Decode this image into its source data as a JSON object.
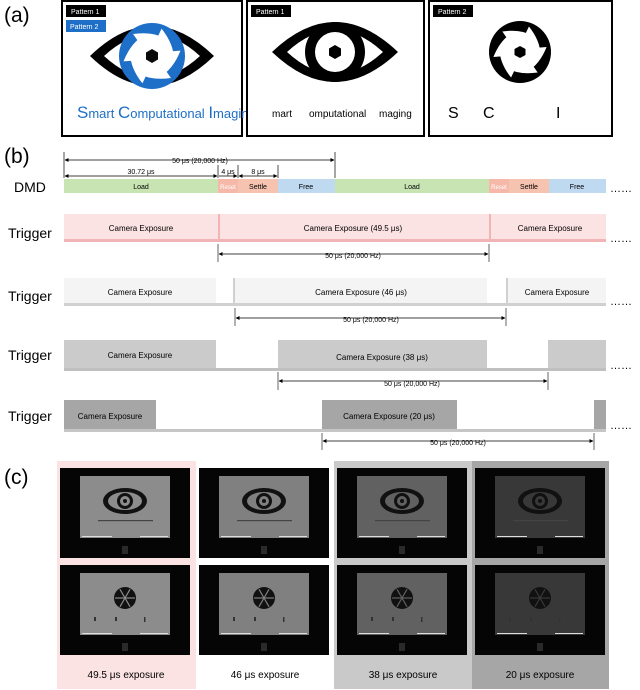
{
  "panels": {
    "a": "(a)",
    "b": "(b)",
    "c": "(c)"
  },
  "panel_a": {
    "pattern1_label": "Pattern 1",
    "pattern2_label": "Pattern 2",
    "brand_words": [
      "S",
      "mart ",
      "C",
      "omputational ",
      "I",
      "maging"
    ],
    "middle_words": [
      "mart",
      "omputational",
      "maging"
    ],
    "right_letters": [
      "S",
      "C",
      "I"
    ],
    "colors": {
      "blue": "#1e6fc7",
      "black": "#000000"
    }
  },
  "panel_b": {
    "dmd_label": "DMD",
    "trigger_label": "Trigger",
    "ellipsis": "……",
    "top_period": "50 μs (20,000 Hz)",
    "dim_load": "30.72 μs",
    "dim_reset": "4 μs",
    "dim_settle": "8 μs",
    "dmd_segments": [
      "Load",
      "Reset",
      "Settle",
      "Free",
      "Load",
      "Reset",
      "Settle",
      "Free"
    ],
    "camera_exposure": "Camera Exposure",
    "exposures": [
      "Camera Exposure (49.5 μs)",
      "Camera Exposure (46 μs)",
      "Camera Exposure (38 μs)",
      "Camera Exposure (20 μs)"
    ],
    "period": "50 μs (20,000 Hz)",
    "colors": {
      "load": "#c8e4b2",
      "reset": "#f6b8a8",
      "settle": "#f6c3b0",
      "free": "#bfd9f1"
    }
  },
  "panel_c": {
    "exposure_labels": [
      "49.5 μs exposure",
      "46 μs exposure",
      "38 μs exposure",
      "20 μs exposure"
    ],
    "column_bg": [
      "#fbe3e3",
      "#ffffff",
      "#c9c9c9",
      "#a6a6a6"
    ]
  }
}
